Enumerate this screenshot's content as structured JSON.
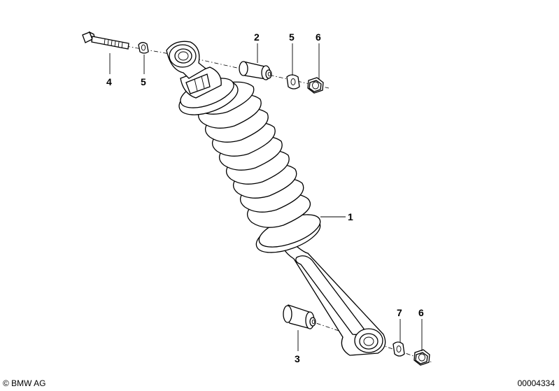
{
  "diagram": {
    "callouts": {
      "c1": "1",
      "c2": "2",
      "c3": "3",
      "c4": "4",
      "c5a": "5",
      "c5b": "5",
      "c6a": "6",
      "c6b": "6",
      "c7": "7"
    }
  },
  "footer": {
    "copyright": "© BMW AG",
    "doc_number": "00004334"
  },
  "colors": {
    "line": "#000000",
    "background": "#ffffff"
  }
}
